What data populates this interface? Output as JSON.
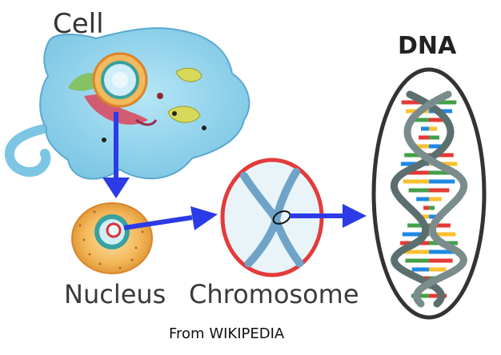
{
  "labels": {
    "cell": "Cell",
    "dna": "DNA",
    "nucleus": "Nucleus",
    "chromosome": "Chromosome",
    "source": "From WIKIPEDIA"
  },
  "colors": {
    "cell_body": "#8fd3ee",
    "cell_outline": "#5aa9cf",
    "nucleus_orange": "#f3b85a",
    "arrow_blue": "#2b3be6",
    "chromosome_ring": "#e33b3b",
    "chromosome_fill": "#e8f4f8",
    "dna_backbone": "#5c6f6f",
    "dna_ellipse": "#333333",
    "base_pair_colors": [
      "#e53935",
      "#fbc02d",
      "#43a047",
      "#1e88e5"
    ]
  }
}
